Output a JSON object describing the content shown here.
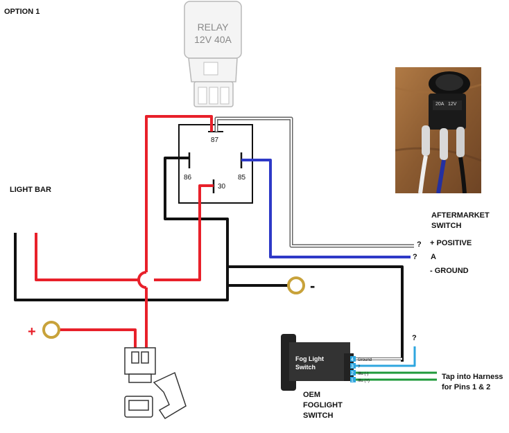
{
  "title": "OPTION 1",
  "relay": {
    "line1": "RELAY",
    "line2": "12V 40A"
  },
  "pins": {
    "p87": "87",
    "p86": "86",
    "p30": "30",
    "p85": "85"
  },
  "light_bar_label": "LIGHT BAR",
  "aftermarket": {
    "title_line1": "AFTERMARKET",
    "title_line2": "SWITCH",
    "positive": "+ POSITIVE",
    "a": "A",
    "ground": "- GROUND",
    "photo_rating_1": "20A",
    "photo_rating_2": "12V"
  },
  "markers": {
    "q1": "?",
    "q2": "?",
    "q3": "?"
  },
  "terminals": {
    "plus": "+",
    "minus": "-"
  },
  "oem_switch": {
    "face_line1": "Fog Light",
    "face_line2": "Switch",
    "label_line1": "OEM",
    "label_line2": "FOGLIGHT",
    "label_line3": "SWITCH",
    "pin4": "4",
    "pin3": "3",
    "pin2": "2",
    "pin1": "1",
    "wire4": "Ground",
    "wire3": "?",
    "wire2": "Illu (-)",
    "wire1": "Illu (+)"
  },
  "harness": {
    "line1": "Tap into Harness",
    "line2": "for Pins 1 & 2"
  },
  "colors": {
    "red": "#e8202a",
    "black": "#111111",
    "blue": "#2e39c7",
    "green": "#1f9a3a",
    "terminal": "#c8a23a",
    "switch_pins": "#2ea6df"
  }
}
